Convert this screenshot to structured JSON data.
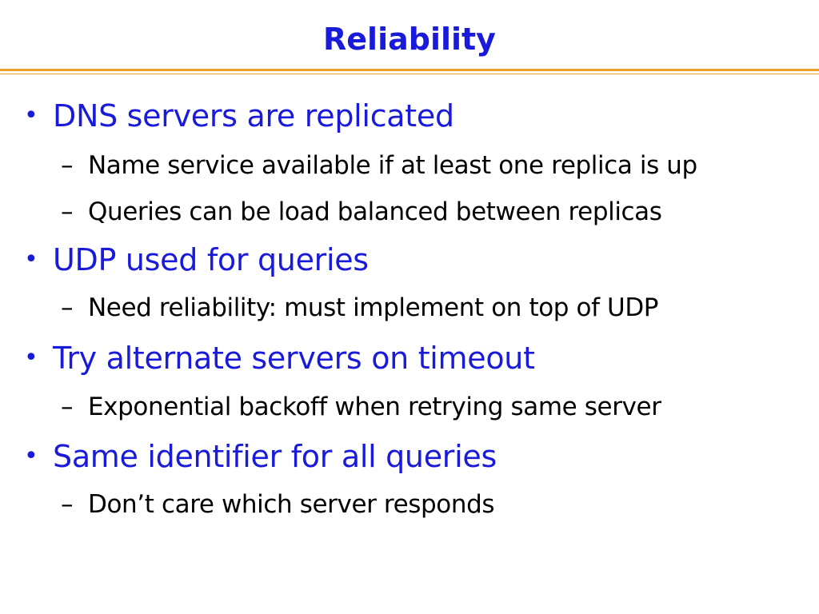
{
  "slide": {
    "title": "Reliability",
    "bullets": [
      {
        "text": "DNS servers are replicated",
        "subs": [
          "Name service available if at least one replica is up",
          "Queries can be load balanced between replicas"
        ]
      },
      {
        "text": "UDP used for queries",
        "subs": [
          "Need reliability: must implement on top of UDP"
        ]
      },
      {
        "text": "Try alternate servers on timeout",
        "subs": [
          "Exponential backoff when retrying same server"
        ]
      },
      {
        "text": "Same identifier for all queries",
        "subs": [
          "Don’t care which server responds"
        ]
      }
    ],
    "bullet_glyph": "•",
    "sub_glyph": "–"
  },
  "colors": {
    "title": "#1a1adb",
    "bullet_text": "#1a1adb",
    "sub_text": "#000000",
    "rule": "#f0a02a"
  }
}
